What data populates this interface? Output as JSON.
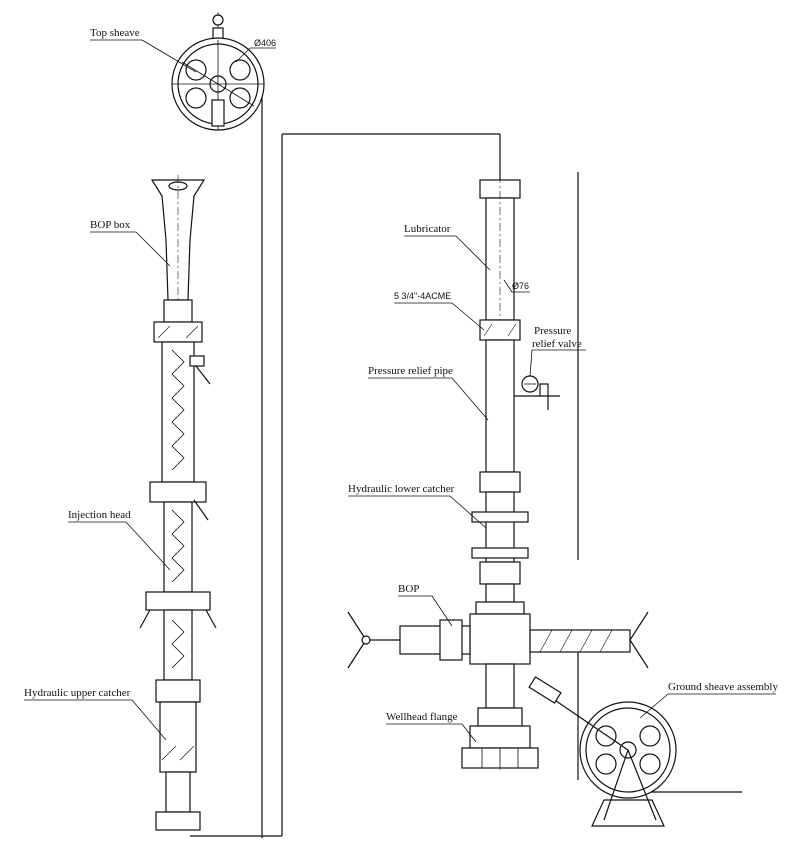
{
  "diagram": {
    "labels": {
      "top_sheave": "Top sheave",
      "top_sheave_dim": "Ø406",
      "bop_box": "BOP box",
      "injection_head": "Injection head",
      "hydraulic_upper_catcher": "Hydraulic upper catcher",
      "lubricator": "Lubricator",
      "lubricator_dim": "Ø76",
      "thread_spec": "5 3/4\"-4ACME",
      "pressure_relief_valve_1": "Pressure",
      "pressure_relief_valve_2": "relief valve",
      "pressure_relief_pipe": "Pressure relief pipe",
      "hydraulic_lower_catcher": "Hydraulic lower catcher",
      "bop": "BOP",
      "wellhead_flange": "Wellhead flange",
      "ground_sheave_assembly": "Ground sheave assembly"
    }
  }
}
